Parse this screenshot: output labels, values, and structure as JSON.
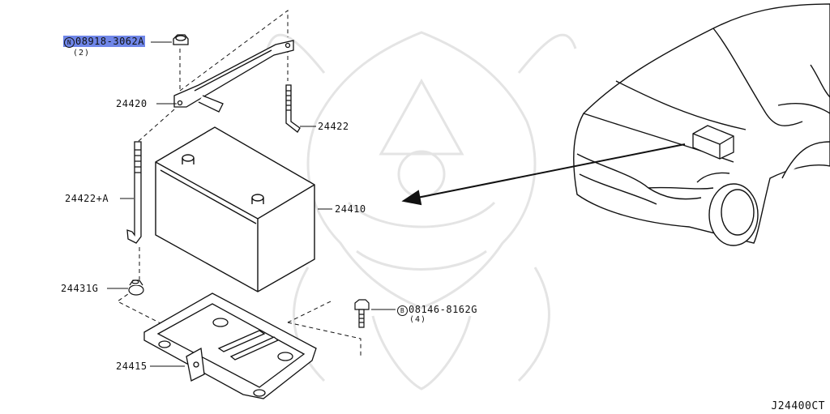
{
  "parts": {
    "nut": {
      "badge": "N",
      "code": "08918-3062A",
      "qty": "(2)"
    },
    "hold_frame": {
      "code": "24420"
    },
    "rod_right": {
      "code": "24422"
    },
    "rod_left": {
      "code": "24422+A"
    },
    "battery": {
      "code": "24410"
    },
    "bracket_bolt": {
      "code": "24431G"
    },
    "tray_bolt": {
      "badge": "B",
      "code": "08146-8162G",
      "qty": "(4)"
    },
    "tray": {
      "code": "24415"
    }
  },
  "diagram_code": "J24400CT",
  "colors": {
    "highlight": "#6f86e8",
    "ink": "#111111",
    "watermark": "#e6e6e6"
  }
}
